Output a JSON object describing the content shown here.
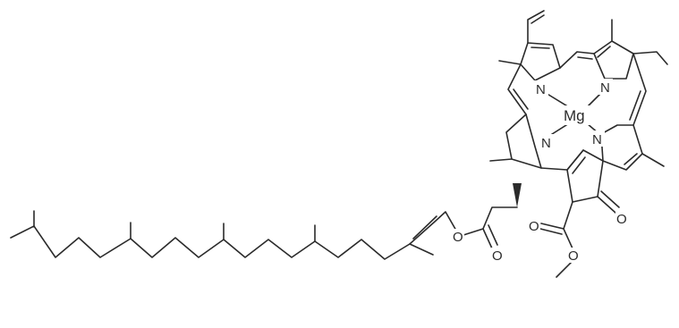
{
  "molecule": {
    "atoms": {
      "metal": "Mg",
      "nitrogen": "N",
      "oxygen": "O"
    },
    "colors": {
      "bond": "#2b2b2b",
      "background": "#ffffff"
    }
  }
}
